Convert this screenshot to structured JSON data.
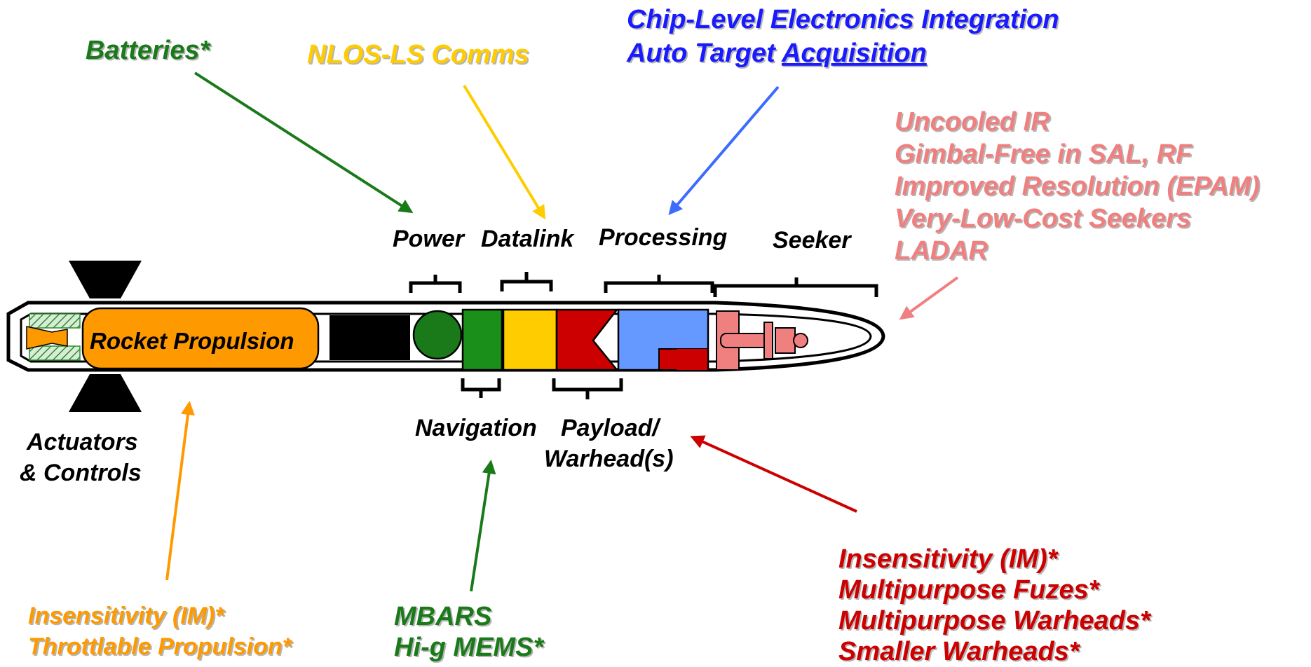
{
  "colors": {
    "green": "#1a7a1a",
    "yellow": "#ffcc00",
    "blue": "#1a1aff",
    "blue_light": "#3b6bff",
    "pink": "#f08080",
    "red": "#cc0000",
    "orange": "#ff9900",
    "black": "#000000"
  },
  "callouts": {
    "batteries": "Batteries*",
    "nlos": "NLOS-LS Comms",
    "chip_line1": "Chip-Level Electronics Integration",
    "chip_line2_prefix": "Auto Target ",
    "chip_line2_link": "Acquisition",
    "seeker_lines": [
      "Uncooled IR",
      "Gimbal-Free in SAL, RF",
      "Improved Resolution (EPAM)",
      "Very-Low-Cost Seekers",
      "LADAR"
    ],
    "propulsion_lines": [
      "Insensitivity (IM)*",
      "Throttlable Propulsion*"
    ],
    "nav_lines": [
      "MBARS",
      "Hi-g MEMS*"
    ],
    "warhead_lines": [
      "Insensitivity (IM)*",
      "Multipurpose Fuzes*",
      "Multipurpose Warheads*",
      "Smaller Warheads*"
    ]
  },
  "components": {
    "power": "Power",
    "datalink": "Datalink",
    "processing": "Processing",
    "seeker": "Seeker",
    "navigation": "Navigation",
    "payload_line1": "Payload/",
    "payload_line2": "Warhead(s)",
    "actuators_line1": "Actuators",
    "actuators_line2": "& Controls",
    "rocket": "Rocket Propulsion"
  }
}
